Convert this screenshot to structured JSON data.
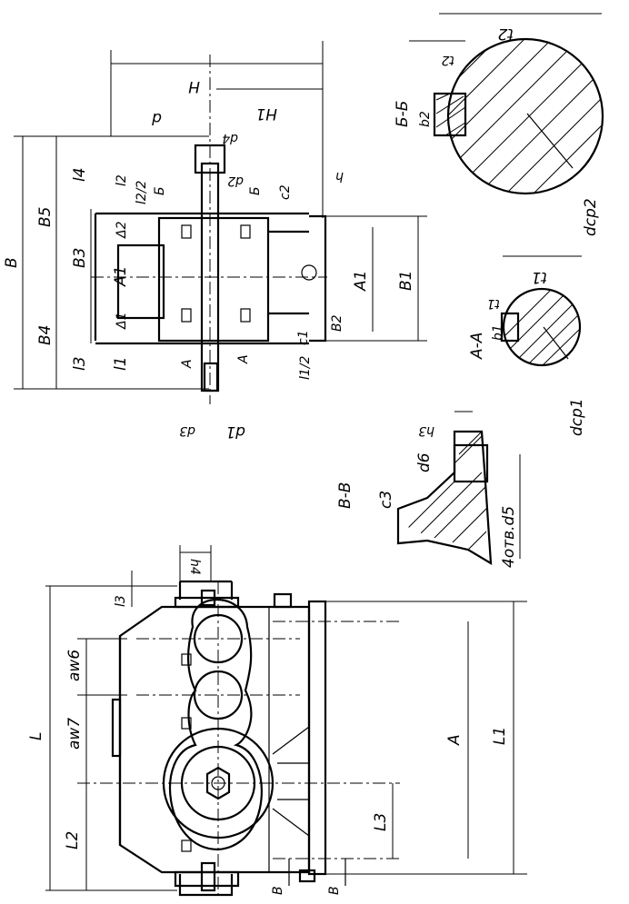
{
  "labels": {
    "L": "L",
    "L1": "L1",
    "L2": "L2",
    "L3": "L3",
    "A": "A",
    "l3": "l3",
    "h4": "h4",
    "aw6": "aw6",
    "aw7": "aw7",
    "B_cut_left": "В",
    "B_cut_right": "В",
    "H": "H",
    "H1": "H1",
    "B": "B",
    "B5": "B5",
    "B3": "B3",
    "B4": "B4",
    "l4": "l4",
    "l3_side": "l3",
    "l2": "l2",
    "l2_half": "l2/2",
    "b_top": "Б",
    "delta2": "Δ2",
    "delta1": "Δ1",
    "A1_side": "A1",
    "l1": "l1",
    "A_mark": "A",
    "A_mark2": "A",
    "l1_half": "l1/2",
    "d3": "d3",
    "d1": "d1",
    "d2": "d2",
    "d4": "d4",
    "d_top": "d",
    "c2": "c2",
    "h_side": "h",
    "A1": "A1",
    "B1": "B1",
    "B2": "B2",
    "c1": "c1",
    "b_mark": "Б",
    "section_bb": "Б-Б",
    "b2": "b2",
    "t2_top": "t2",
    "t2": "t2",
    "dsp2": "dср2",
    "section_aa": "A-A",
    "b1": "b1",
    "t1_top": "t1",
    "t1": "t1",
    "dsp1": "dср1",
    "section_vv": "В-В",
    "h3": "h3",
    "d6": "d6",
    "c3": "c3",
    "holes": "4отв.d5"
  }
}
